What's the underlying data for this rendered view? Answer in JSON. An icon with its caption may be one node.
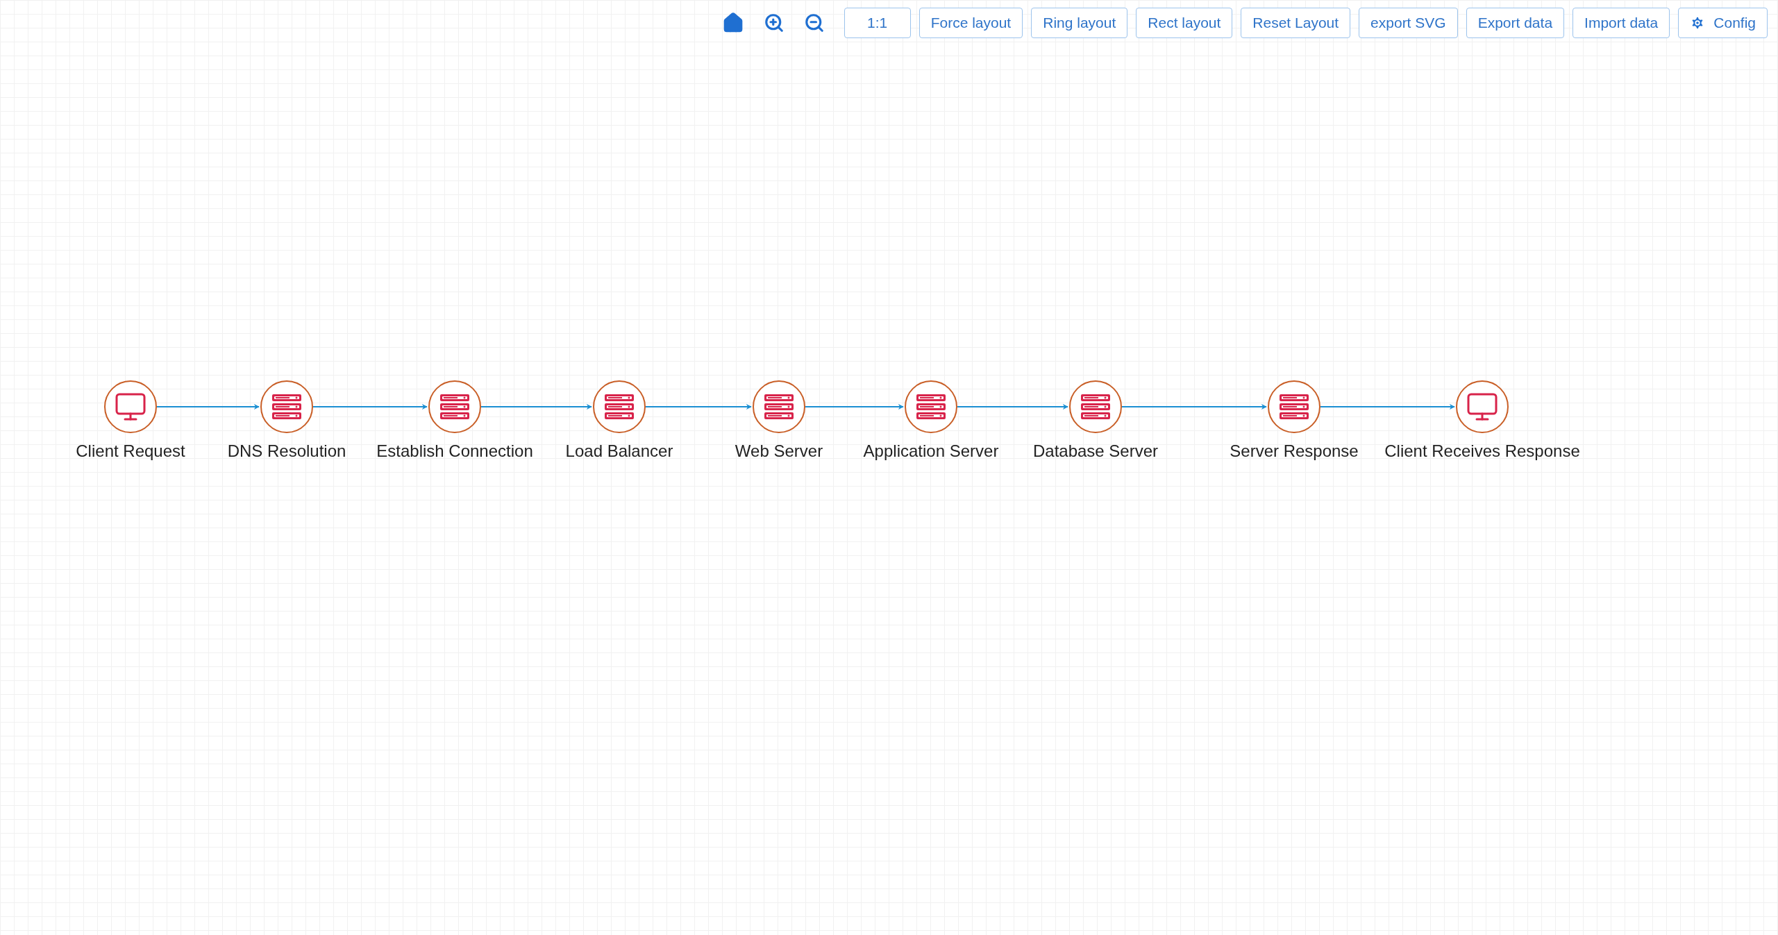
{
  "diagram": {
    "nodes": [
      {
        "text": [
          "Client Request"
        ]
      },
      {
        "text": [
          "DNS Resolution"
        ]
      },
      {
        "text": [
          "Establish Connection"
        ]
      },
      {
        "text": [
          "Load Balancer"
        ]
      },
      {
        "text": [
          "Web Server"
        ]
      },
      {
        "text": [
          "Application Server"
        ]
      },
      {
        "text": [
          "Database Server"
        ]
      },
      {
        "text": [
          "Server Response"
        ]
      },
      {
        "text": [
          "Client Receives Response"
        ]
      }
    ],
    "edges": [
      {
        "from": 0,
        "to": 1,
        "arrow": "to"
      },
      {
        "from": 1,
        "to": 2,
        "arrow": "to"
      },
      {
        "from": 2,
        "to": 3,
        "arrow": "to"
      },
      {
        "from": 3,
        "to": 4,
        "arrow": "to"
      },
      {
        "from": 4,
        "to": 5,
        "arrow": "to"
      },
      {
        "from": 5,
        "to": 6,
        "arrow": "to"
      },
      {
        "from": 6,
        "to": 7,
        "arrow": "to"
      },
      {
        "from": 7,
        "to": 8,
        "arrow": "to"
      }
    ],
    "labels": [
      "1:1",
      "Force layout",
      "Ring layout",
      "Rect layout",
      "Reset Layout",
      "export SVG",
      "Export data",
      "Import data",
      "Config"
    ]
  }
}
